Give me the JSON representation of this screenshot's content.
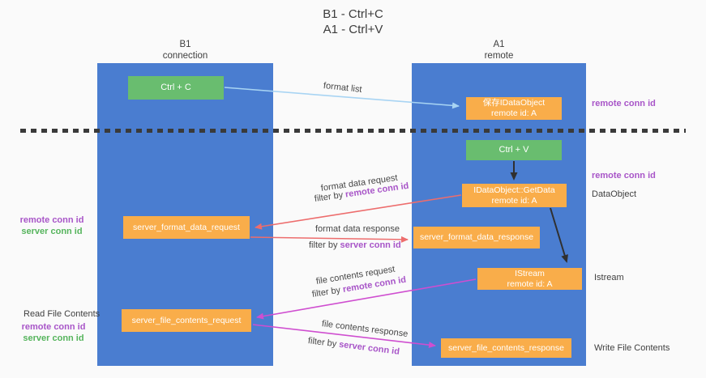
{
  "title": {
    "line1": "B1 - Ctrl+C",
    "line2": "A1 - Ctrl+V"
  },
  "lifelines": [
    {
      "name": "B1",
      "role": "connection"
    },
    {
      "name": "A1",
      "role": "remote"
    }
  ],
  "boxes": {
    "ctrl_c": "Ctrl + C",
    "ctrl_v": "Ctrl + V",
    "saved_idataobject": {
      "line1": "保存IDataObject",
      "line2": "remote id: A"
    },
    "getdata": {
      "line1": "IDataObject::GetData",
      "line2": "remote id: A"
    },
    "istream": {
      "line1": "IStream",
      "line2": "remote id: A"
    },
    "format_request": "server_format_data_request",
    "format_response": "server_format_data_response",
    "file_request": "server_file_contents_request",
    "file_response": "server_file_contents_response"
  },
  "arrow_labels": {
    "format_list": "format list",
    "format_data_request": "format data request",
    "format_data_response": "format data response",
    "file_contents_request": "file contents request",
    "file_contents_response": "file contents response",
    "filter_by": "filter by ",
    "remote_conn_id": "remote conn id",
    "server_conn_id": "server conn id"
  },
  "side_labels": {
    "remote_conn_id": "remote conn id",
    "server_conn_id": "server conn id",
    "dataobject": "DataObject",
    "istream": "Istream",
    "read_file_contents": "Read File Contents",
    "write_file_contents": "Write File Contents"
  },
  "colors": {
    "lifeline_blue": "#4a7dd0",
    "box_green": "#69bd6f",
    "box_orange": "#f9ad4a",
    "arrow_salmon": "#ed6d6d",
    "arrow_magenta": "#cf4ed0",
    "arrow_lightblue": "#a8d4f3",
    "arrow_black": "#303030",
    "text_purple": "#a855c8",
    "text_green": "#55b45c"
  }
}
